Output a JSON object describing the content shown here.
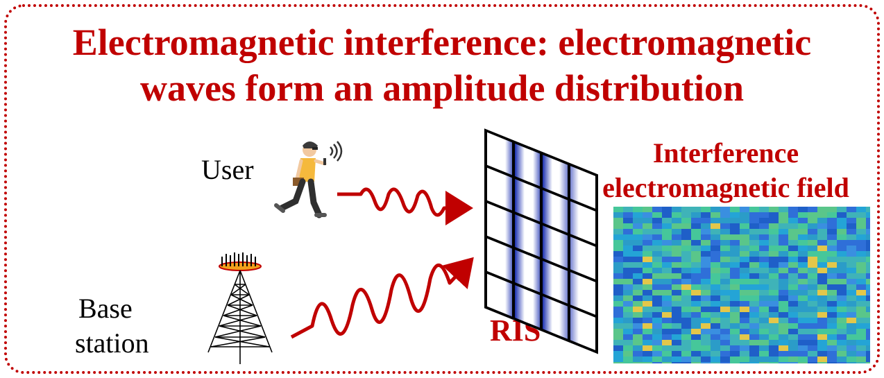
{
  "title": {
    "line1": "Electromagnetic interference: electromagnetic",
    "line2": "waves form an amplitude distribution"
  },
  "labels": {
    "user": "User",
    "base_station_line1": "Base",
    "base_station_line2": "station",
    "ris": "RIS",
    "field_line1": "Interference",
    "field_line2": "electromagnetic field"
  },
  "colors": {
    "accent": "#c00000",
    "ris_stripe": "#1a2fb0",
    "field_base": "#2b9cc8"
  },
  "icons": [
    "walking-user-icon",
    "base-station-tower-icon",
    "wave-arrow-icon"
  ]
}
